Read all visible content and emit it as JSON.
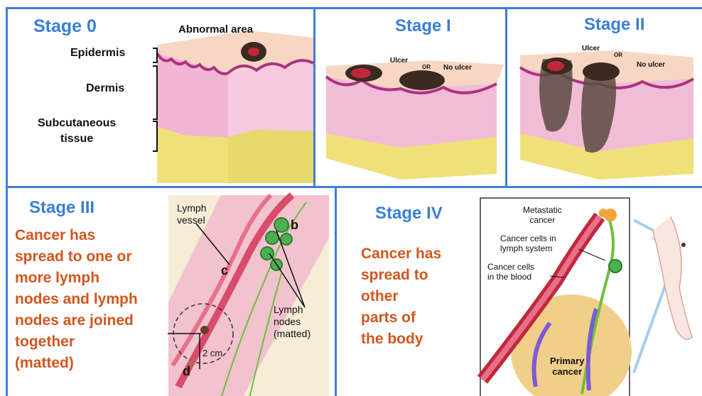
{
  "stage0": {
    "title": "Stage 0",
    "abnormal_area": "Abnormal area",
    "epidermis": "Epidermis",
    "dermis": "Dermis",
    "subcutaneous": "Subcutaneous\ntissue"
  },
  "stage1": {
    "title": "Stage I",
    "ulcer": "Ulcer",
    "or": "OR",
    "no_ulcer": "No ulcer"
  },
  "stage2": {
    "title": "Stage II",
    "ulcer": "Ulcer",
    "or": "OR",
    "no_ulcer": "No ulcer"
  },
  "stage3": {
    "title": "Stage III",
    "description": "Cancer has\nspread to one or\nmore lymph\nnodes and lymph\nnodes are joined\ntogether\n(matted)",
    "lymph_vessel": "Lymph\nvessel",
    "lymph_nodes": "Lymph\nnodes\n(matted)",
    "letter_b": "b",
    "letter_c": "c",
    "letter_d": "d",
    "distance": "2 cm"
  },
  "stage4": {
    "title": "Stage IV",
    "description": "Cancer has\nspread to\nother\nparts of\nthe body",
    "metastatic": "Metastatic\ncancer",
    "lymph_system": "Cancer cells in\nlymph system",
    "blood": "Cancer cells\nin the blood",
    "primary": "Primary\ncancer"
  },
  "colors": {
    "border": "#3f7fd6",
    "title": "#3a7ed8",
    "description": "#d2561e",
    "skin_pink": "#f3b9d6",
    "epidermis_purple": "#a9357f",
    "fat_yellow": "#efe07a",
    "tumor": "#3a2a22"
  }
}
